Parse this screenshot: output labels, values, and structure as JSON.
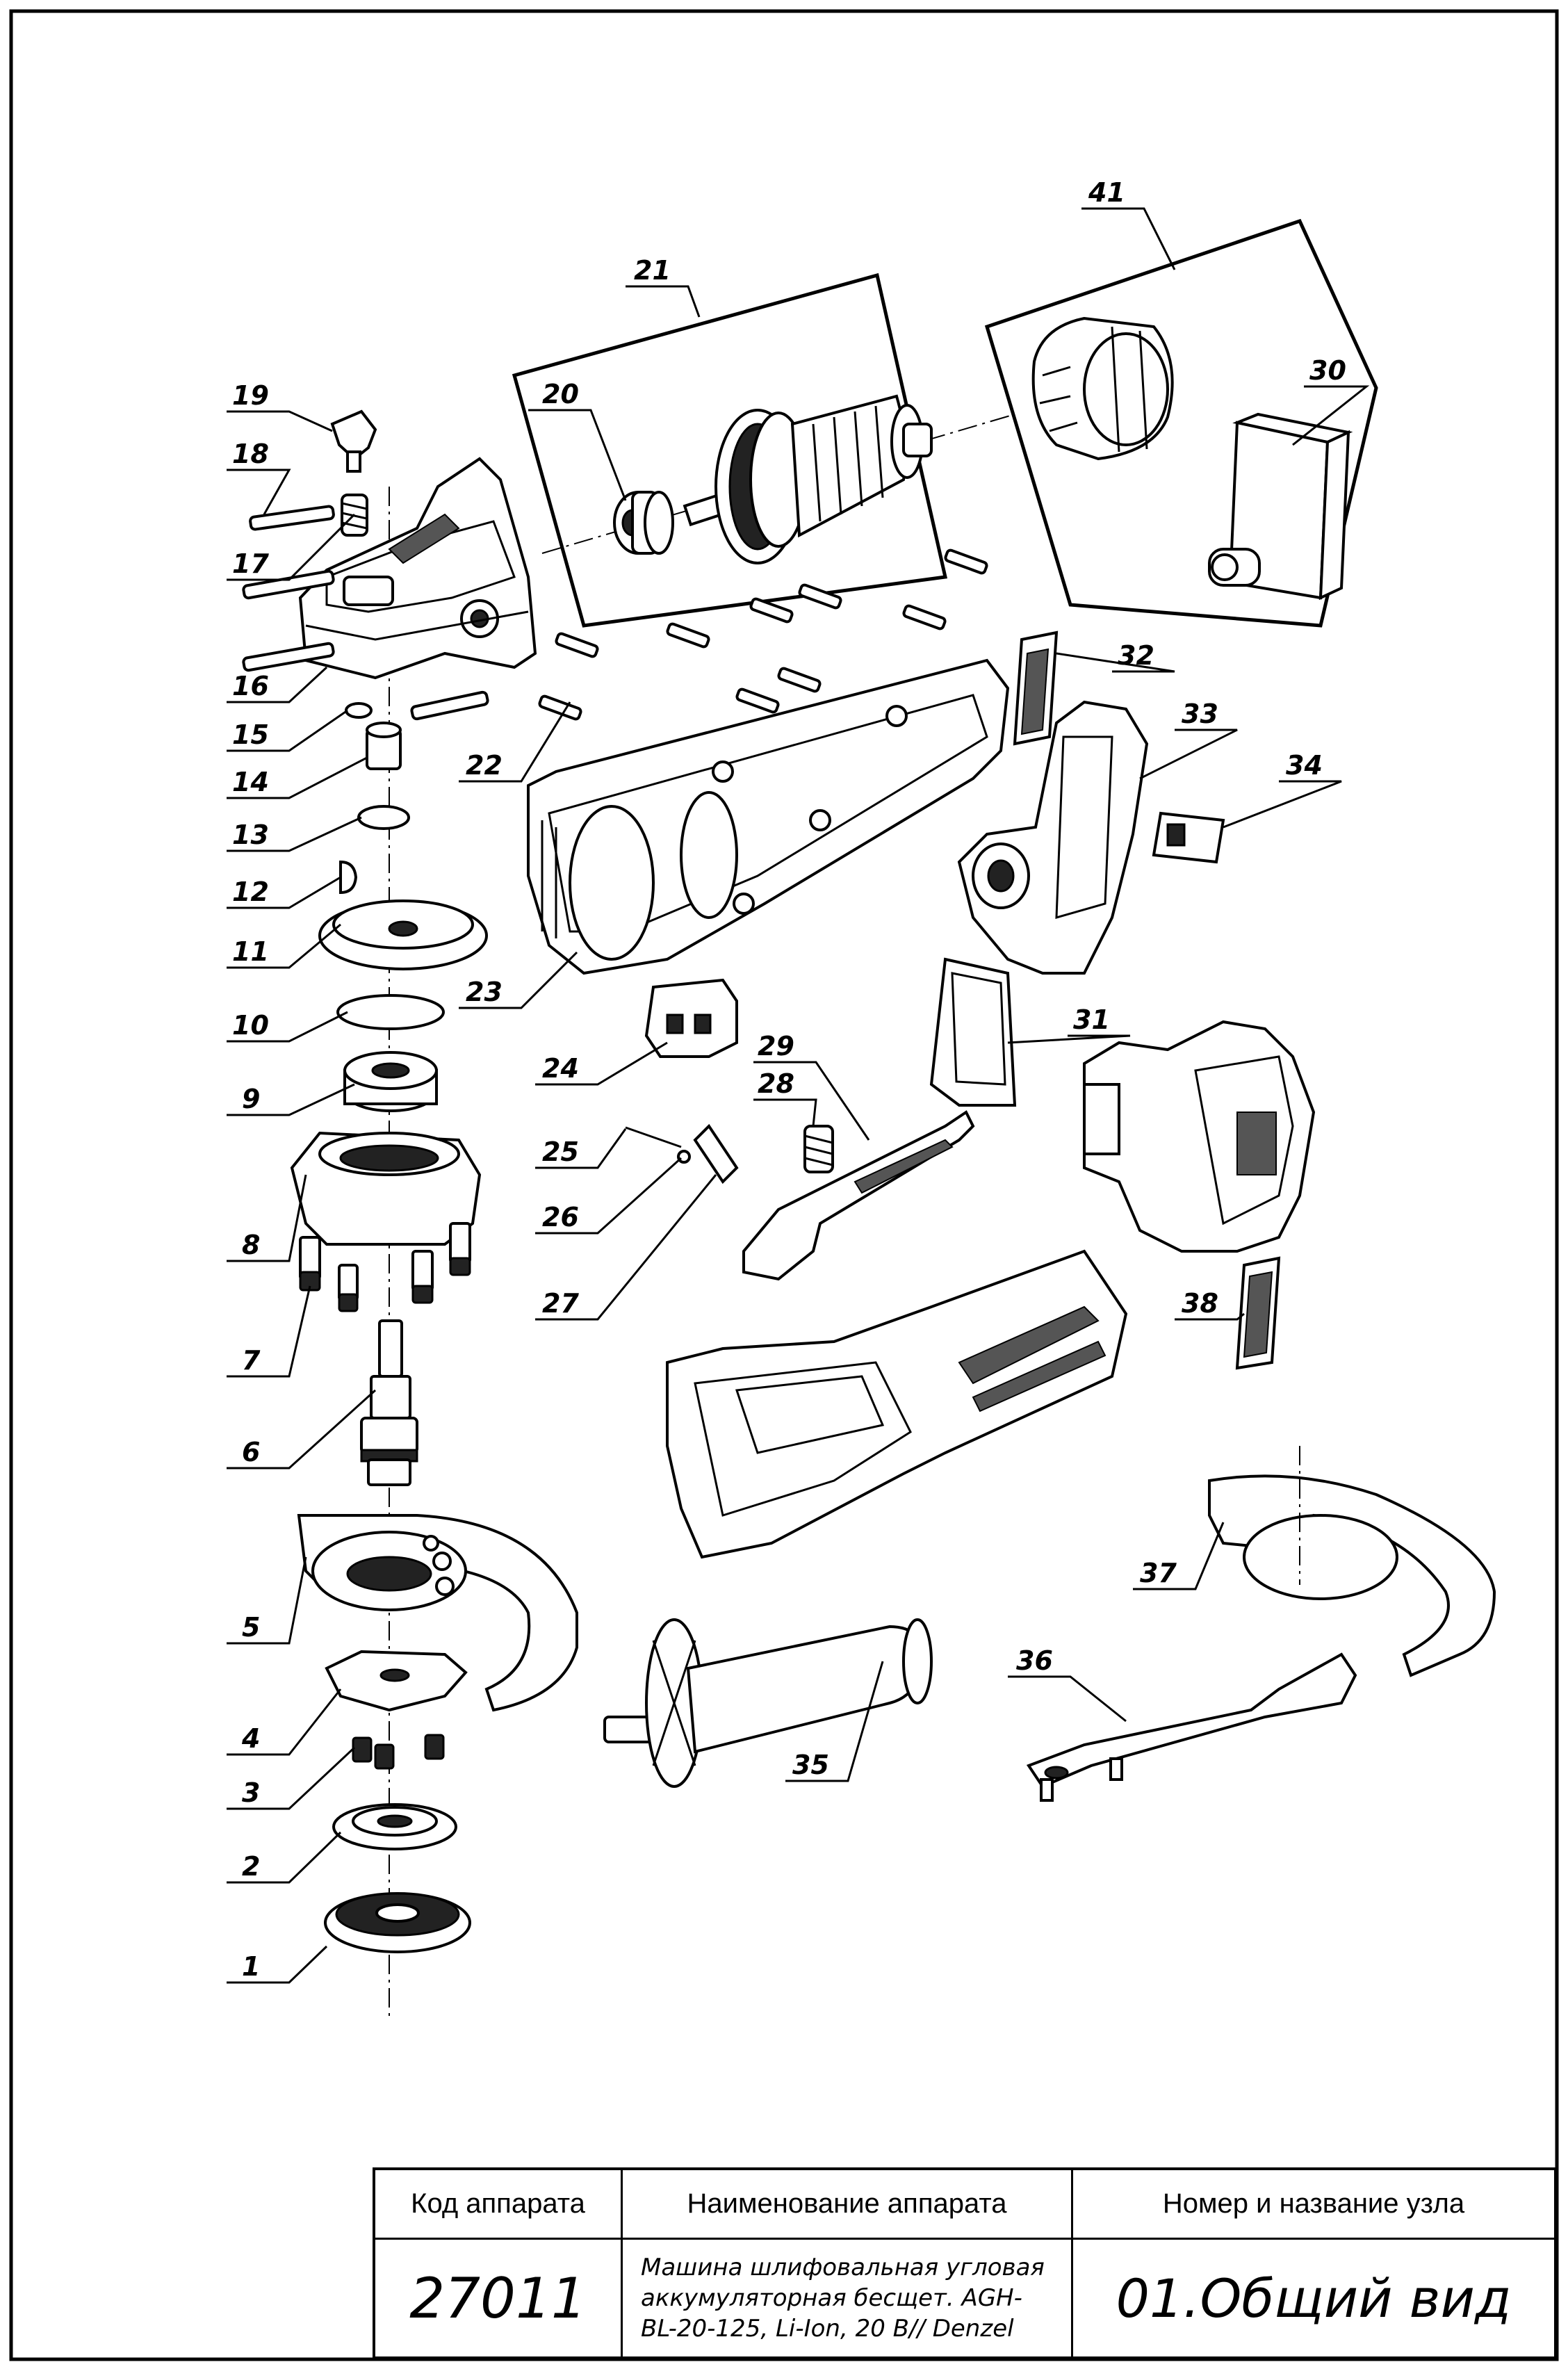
{
  "callouts": [
    "1",
    "2",
    "3",
    "4",
    "5",
    "6",
    "7",
    "8",
    "9",
    "10",
    "11",
    "12",
    "13",
    "14",
    "15",
    "16",
    "17",
    "18",
    "19",
    "20",
    "21",
    "22",
    "23",
    "24",
    "25",
    "26",
    "27",
    "28",
    "29",
    "30",
    "31",
    "32",
    "33",
    "34",
    "35",
    "36",
    "37",
    "38",
    "41"
  ],
  "title_block": {
    "code_header": "Код аппарата",
    "name_header": "Наименование аппарата",
    "unit_header": "Номер и название узла",
    "code_value": "27011",
    "name_value": [
      "Машина шлифовальная угловая",
      "аккумуляторная бесщет. AGH-",
      "BL-20-125, Li-Ion, 20 В// Denzel"
    ],
    "unit_value": "01.Общий вид"
  }
}
